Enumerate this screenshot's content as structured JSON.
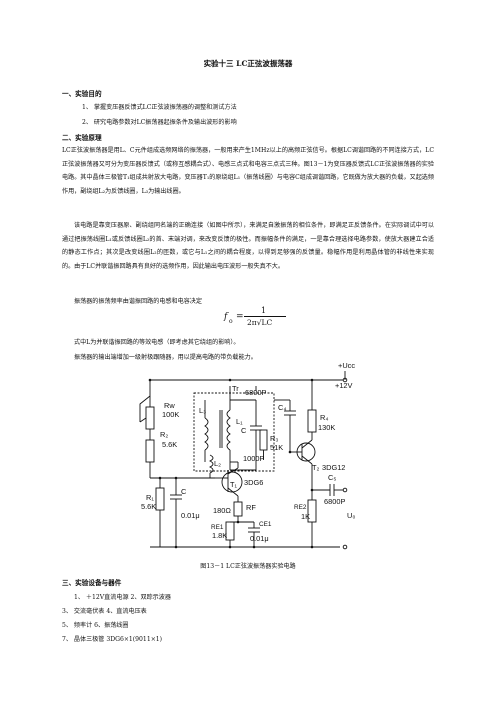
{
  "title": "实验十三  LC正弦波振荡器",
  "sec1": {
    "heading": "一、实验目的",
    "items": [
      "1、  掌握变压器反馈式LC正弦波振荡器的调整和测试方法",
      "2、  研究电路参数对LC振荡器起振条件及输出波形的影响"
    ]
  },
  "sec2": {
    "heading": "二、实验原理",
    "para1": "LC正弦波振荡器是用L、C元件组成选频网络的振荡器，一般用来产生1MHz以上的高频正弦信号。根据LC调谐回路的不同连接方式，LC正弦波振荡器又可分为变压器反馈式（或称互感耦合式）、电感三点式和电容三点式三种。图13－1为变压器反馈式LC正弦波振荡器的实验电路。其中晶体三极管T₁组成共射放大电路，变压器T₁的原绕组L₁（振荡线圈）与电容C组成调谐回路，它既做为放大器的负载，又起选频作用，副绕组L₂为反馈线圈，L₃为输出线圈。",
    "para2": "该电路是靠变压器原、副绕组同名端的正确连接（如图中所示），来满足自激振荡的相位条件，即满足正反馈条件。在实际调试中可以通过把振荡线圈L₁或反馈线圈L₂的首、末端对调，来改变反馈的极性。而振幅条件的满足，一是靠合理选择电路参数，使放大器建立合适的静态工作点；其次是改变线圈L₂的匝数，或它与L₁之间的耦合程度，以得到足够强的反馈量。稳幅作用是利用晶体管的非线性来实现的。由于LC并联谐振回路具有良好的选频作用，因此输出电压波形一般失真不大。",
    "para3": "振荡器的振荡频率由谐振回路的电感和电容决定",
    "formula_lhs": "f",
    "formula_sub": "o",
    "formula_num": "1",
    "formula_den": "2π√LC",
    "para4": "式中L为并联谐振回路的等效电感（即考虑其它绕组的影响）。",
    "para5": "振荡器的输出端增加一级射极跟随器，用以提高电路的带负载能力。"
  },
  "circuit": {
    "ucc": "+Ucc",
    "v12": "+12V",
    "tr": "Tr",
    "rw": "Rw",
    "rw_val": "100K",
    "r2": "R₂",
    "r2_val": "5.6K",
    "r1": "R₁",
    "r1_val": "5.6K",
    "c_left": "C",
    "c_left_val": "0.01μ",
    "l3": "L₃",
    "l1": "L₁",
    "l2": "L₂",
    "c680": "6800P",
    "c_tank": "C",
    "c1000": "1000P",
    "c4": "C₄",
    "r3": "R₃",
    "r3_val": "51K",
    "r4": "R₄",
    "r4_val": "130K",
    "t1": "T₁",
    "t1_type": "3DG6",
    "rf": "RF",
    "rf_val": "180Ω",
    "re1": "RE1",
    "re1_val": "1.8K",
    "ce1": "CE1",
    "ce1_val": "0.01μ",
    "t2": "T₂",
    "t2_type": "3DG12",
    "c5": "C₅",
    "c5_val": "6800P",
    "re2": "RE2",
    "re2_val": "1K",
    "uo": "U₀"
  },
  "caption": "图13－1 LC正弦波振荡器实验电路",
  "sec3": {
    "heading": "三、实验设备与器件",
    "items": [
      "1、  ＋12V直流电源 2、双踪示波器",
      "3、  交流毫伏表 4、直流电压表",
      "5、  频率计 6、振荡线圈",
      "7、  晶体三极管 3DG6×1(9011×1)"
    ]
  }
}
